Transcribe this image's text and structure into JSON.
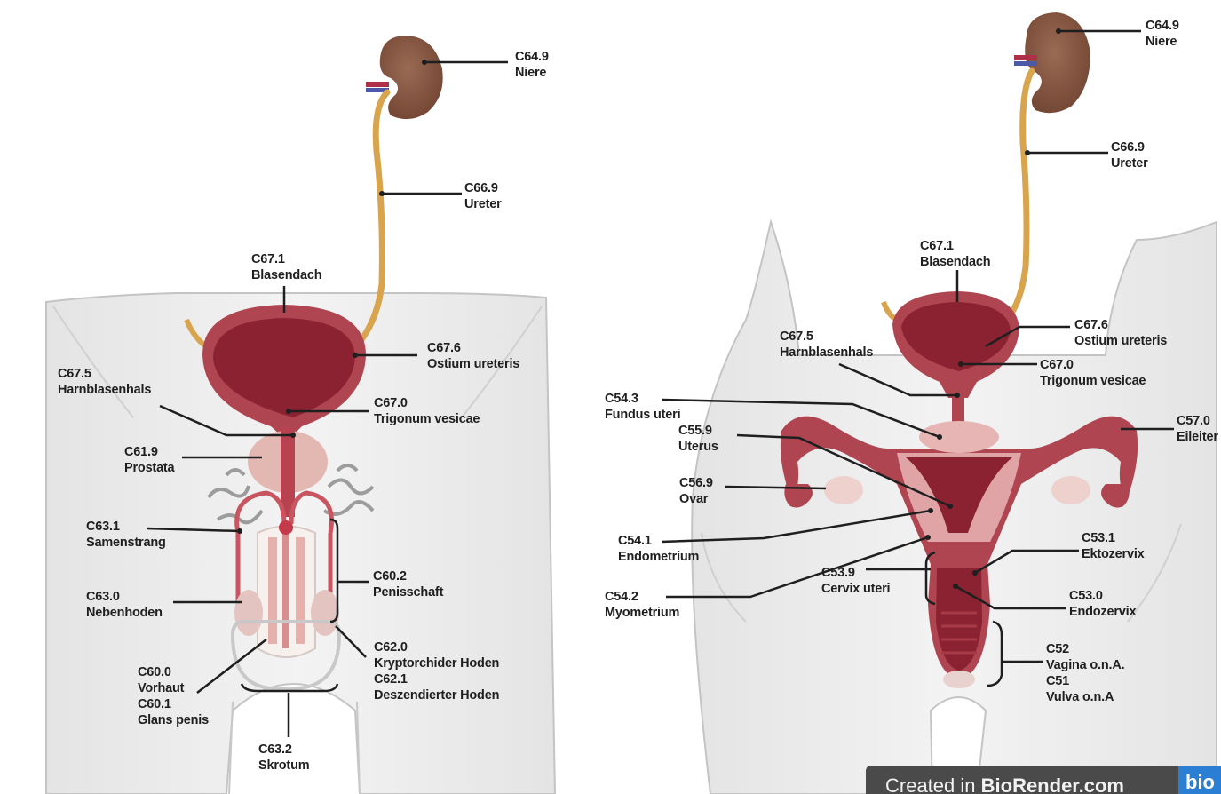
{
  "male_labels": [
    {
      "id": "m-niere",
      "code": "C64.9",
      "name": "Niere"
    },
    {
      "id": "m-ureter",
      "code": "C66.9",
      "name": "Ureter"
    },
    {
      "id": "m-blasendach",
      "code": "C67.1",
      "name": "Blasendach"
    },
    {
      "id": "m-ostium",
      "code": "C67.6",
      "name": "Ostium ureteris"
    },
    {
      "id": "m-harnblasenhals",
      "code": "C67.5",
      "name": "Harnblasenhals"
    },
    {
      "id": "m-trigonum",
      "code": "C67.0",
      "name": "Trigonum vesicae"
    },
    {
      "id": "m-prostata",
      "code": "C61.9",
      "name": "Prostata"
    },
    {
      "id": "m-samenstrang",
      "code": "C63.1",
      "name": "Samenstrang"
    },
    {
      "id": "m-penisschaft",
      "code": "C60.2",
      "name": "Penisschaft"
    },
    {
      "id": "m-nebenhoden",
      "code": "C63.0",
      "name": "Nebenhoden"
    },
    {
      "id": "m-hoden",
      "code": "C62.0",
      "name": "Kryptorchider Hoden",
      "code2": "C62.1",
      "name2": "Deszendierter Hoden"
    },
    {
      "id": "m-vorhaut",
      "code": "C60.0",
      "name": "Vorhaut",
      "code2": "C60.1",
      "name2": "Glans penis"
    },
    {
      "id": "m-skrotum",
      "code": "C63.2",
      "name": "Skrotum"
    }
  ],
  "female_labels": [
    {
      "id": "f-niere",
      "code": "C64.9",
      "name": "Niere"
    },
    {
      "id": "f-ureter",
      "code": "C66.9",
      "name": "Ureter"
    },
    {
      "id": "f-blasendach",
      "code": "C67.1",
      "name": "Blasendach"
    },
    {
      "id": "f-harnblasenhals",
      "code": "C67.5",
      "name": "Harnblasenhals"
    },
    {
      "id": "f-ostium",
      "code": "C67.6",
      "name": "Ostium ureteris"
    },
    {
      "id": "f-trigonum",
      "code": "C67.0",
      "name": "Trigonum vesicae"
    },
    {
      "id": "f-fundus",
      "code": "C54.3",
      "name": "Fundus uteri"
    },
    {
      "id": "f-uterus",
      "code": "C55.9",
      "name": "Uterus"
    },
    {
      "id": "f-eileiter",
      "code": "C57.0",
      "name": "Eileiter"
    },
    {
      "id": "f-ovar",
      "code": "C56.9",
      "name": "Ovar"
    },
    {
      "id": "f-endometrium",
      "code": "C54.1",
      "name": "Endometrium"
    },
    {
      "id": "f-ektozervix",
      "code": "C53.1",
      "name": "Ektozervix"
    },
    {
      "id": "f-cervix",
      "code": "C53.9",
      "name": "Cervix uteri"
    },
    {
      "id": "f-myometrium",
      "code": "C54.2",
      "name": "Myometrium"
    },
    {
      "id": "f-endozervix",
      "code": "C53.0",
      "name": "Endozervix"
    },
    {
      "id": "f-vagina",
      "code": "C52",
      "name": "Vagina o.n.A.",
      "code2": "C51",
      "name2": "Vulva o.n.A"
    }
  ],
  "watermark": {
    "prefix": "Created in ",
    "brand": "BioRender.com",
    "logo": "bio"
  },
  "colors": {
    "organ_dark": "#8e2a35",
    "organ_mid": "#b84a55",
    "organ_light": "#d9868c",
    "kidney": "#8a5a44",
    "ureter": "#d4a24a",
    "body_fill": "#efefef",
    "body_line": "#bdbdbd"
  }
}
